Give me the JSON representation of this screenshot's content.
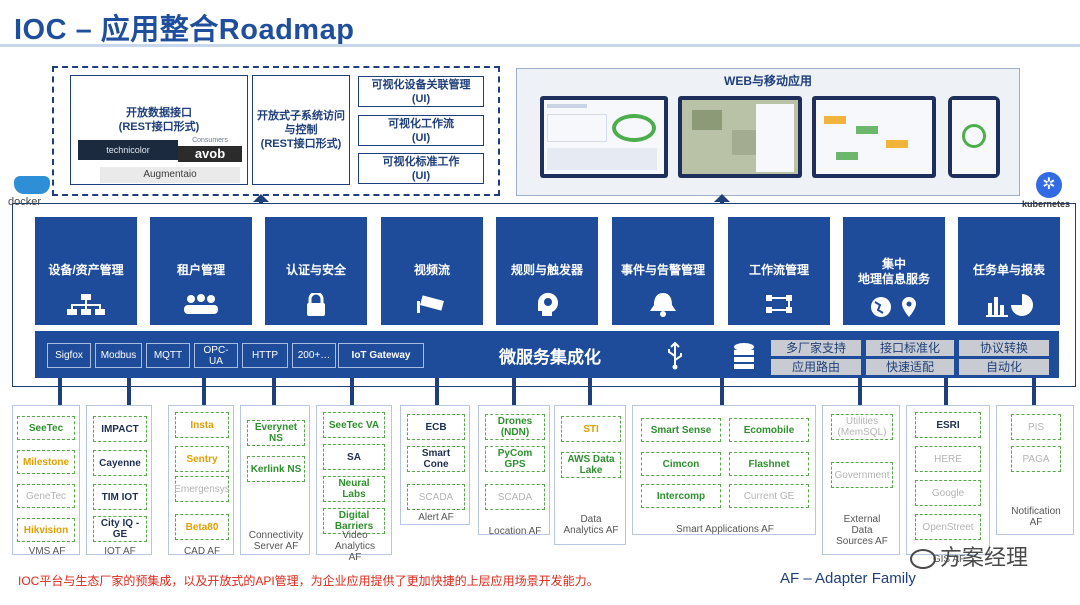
{
  "title": "IOC  – 应用整合Roadmap",
  "api": {
    "open_data": "开放数据接口\n(REST接口形式)",
    "logos": [
      "technicolor",
      "Consumers",
      "avob",
      "Augmentaio"
    ],
    "subsystem": "开放式子系统访问与控制\n(REST接口形式)",
    "ui_items": [
      "可视化设备关联管理\n(UI)",
      "可视化工作流\n(UI)",
      "可视化标准工作\n(UI)"
    ]
  },
  "web": {
    "title": "WEB与移动应用"
  },
  "docker_label": "docker",
  "kubernetes_label": "kubernetes",
  "services": [
    {
      "label": "设备/资产管理",
      "icon": "hierarchy-icon"
    },
    {
      "label": "租户管理",
      "icon": "group-icon"
    },
    {
      "label": "认证与安全",
      "icon": "lock-icon"
    },
    {
      "label": "视频流",
      "icon": "camera-icon"
    },
    {
      "label": "规则与触发器",
      "icon": "brain-gear-icon"
    },
    {
      "label": "事件与告警管理",
      "icon": "bell-icon"
    },
    {
      "label": "工作流管理",
      "icon": "workflow-icon"
    },
    {
      "label": "集中\n地理信息服务",
      "icon": "globe-pin-icon"
    },
    {
      "label": "任务单与报表",
      "icon": "chart-icon"
    }
  ],
  "bus": {
    "protocols": [
      "Sigfox",
      "Modbus",
      "MQTT",
      "OPC-\nUA",
      "HTTP",
      "200+…",
      "IoT Gateway"
    ],
    "title": "微服务集成化",
    "features": [
      "多厂家支持",
      "接口标准化",
      "协议转换",
      "应用路由",
      "快速适配",
      "自动化"
    ]
  },
  "adapters": [
    {
      "label": "VMS AF",
      "items": [
        {
          "t": "SeeTec",
          "c": "g"
        },
        {
          "t": "Milestone",
          "c": "y"
        },
        {
          "t": "GeneTec",
          "c": "gr"
        },
        {
          "t": "Hikvision",
          "c": "y"
        }
      ]
    },
    {
      "label": "IOT AF",
      "items": [
        {
          "t": "IMPACT",
          "c": "n"
        },
        {
          "t": "Cayenne",
          "c": "n"
        },
        {
          "t": "TIM IOT",
          "c": "n"
        },
        {
          "t": "City IQ - GE",
          "c": "n"
        }
      ]
    },
    {
      "label": "CAD AF",
      "items": [
        {
          "t": "Insta",
          "c": "y"
        },
        {
          "t": "Sentry",
          "c": "y"
        },
        {
          "t": "Emergensys",
          "c": "gr"
        },
        {
          "t": "Beta80",
          "c": "y"
        }
      ]
    },
    {
      "label": "Connectivity\nServer AF",
      "items": [
        {
          "t": "Everynet NS",
          "c": "g"
        },
        {
          "t": "Kerlink NS",
          "c": "g"
        }
      ]
    },
    {
      "label": "Video\nAnalytics\nAF",
      "items": [
        {
          "t": "SeeTec VA",
          "c": "g"
        },
        {
          "t": "SA",
          "c": "n"
        },
        {
          "t": "Neural Labs",
          "c": "g"
        },
        {
          "t": "Digital Barriers",
          "c": "g"
        }
      ]
    },
    {
      "label": "Alert AF",
      "items": [
        {
          "t": "ECB",
          "c": "n"
        },
        {
          "t": "Smart Cone",
          "c": "n"
        },
        {
          "t": "SCADA",
          "c": "gr"
        }
      ]
    },
    {
      "label": "Location AF",
      "items": [
        {
          "t": "Drones (NDN)",
          "c": "g"
        },
        {
          "t": "PyCom GPS",
          "c": "g"
        },
        {
          "t": "SCADA",
          "c": "gr"
        }
      ]
    },
    {
      "label": "Data\nAnalytics AF",
      "items": [
        {
          "t": "STI",
          "c": "y"
        },
        {
          "t": "AWS Data Lake",
          "c": "g"
        }
      ]
    },
    {
      "label": "Smart Applications AF",
      "items": [
        {
          "t": "Smart Sense",
          "c": "g"
        },
        {
          "t": "Ecomobile",
          "c": "g"
        },
        {
          "t": "Cimcon",
          "c": "g"
        },
        {
          "t": "Flashnet",
          "c": "g"
        },
        {
          "t": "Intercomp",
          "c": "g"
        },
        {
          "t": "Current GE",
          "c": "gr"
        }
      ]
    },
    {
      "label": "External\nData\nSources AF",
      "items": [
        {
          "t": "Utilities (MemSQL)",
          "c": "gr"
        },
        {
          "t": "Government",
          "c": "gr"
        }
      ]
    },
    {
      "label": "GIS AF",
      "items": [
        {
          "t": "ESRI",
          "c": "n"
        },
        {
          "t": "HERE",
          "c": "gr"
        },
        {
          "t": "Google",
          "c": "gr"
        },
        {
          "t": "OpenStreet",
          "c": "gr"
        }
      ]
    },
    {
      "label": "Notification\nAF",
      "items": [
        {
          "t": "PIS",
          "c": "gr"
        },
        {
          "t": "PAGA",
          "c": "gr"
        }
      ]
    }
  ],
  "footer": "IOC平台与生态厂家的预集成，以及开放式的API管理，为企业应用提供了更加快捷的上层应用场景开发能力。",
  "af_family": "AF – Adapter Family",
  "watermark": "方案经理"
}
